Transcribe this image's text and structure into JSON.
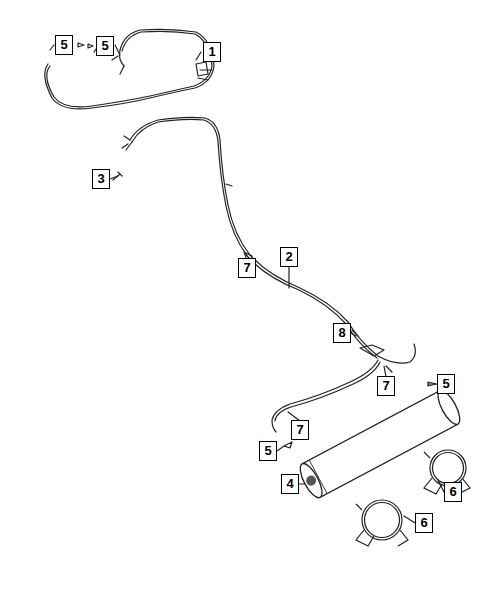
{
  "diagram": {
    "nodes": [
      {
        "text": [
          "5"
        ]
      },
      {
        "text": [
          "5"
        ]
      },
      {
        "text": [
          "1"
        ]
      },
      {
        "text": [
          "3"
        ]
      },
      {
        "text": [
          "2"
        ]
      },
      {
        "text": [
          "7"
        ]
      },
      {
        "text": [
          "8"
        ]
      },
      {
        "text": [
          "7"
        ]
      },
      {
        "text": [
          "5"
        ]
      },
      {
        "text": [
          "7"
        ]
      },
      {
        "text": [
          "5"
        ]
      },
      {
        "text": [
          "4"
        ]
      },
      {
        "text": [
          "6"
        ]
      },
      {
        "text": [
          "6"
        ]
      }
    ]
  }
}
